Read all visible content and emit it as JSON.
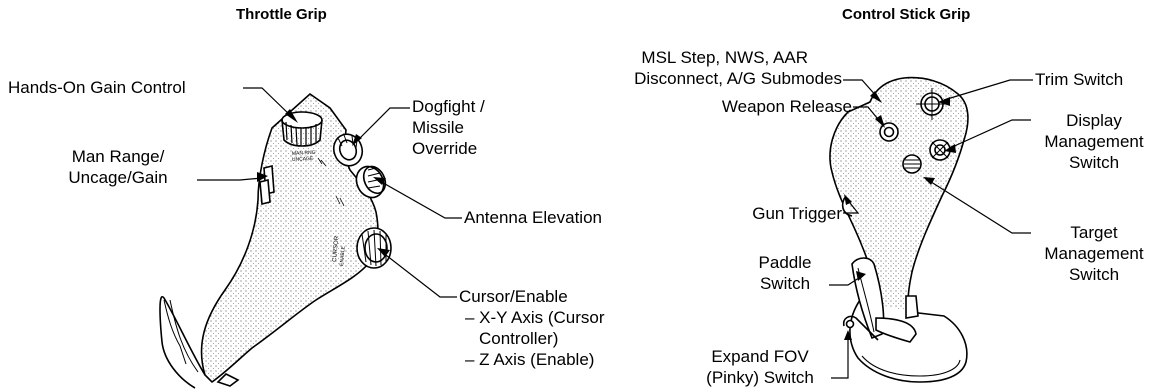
{
  "throttle": {
    "title": "Throttle Grip",
    "labels": {
      "hands_on_gain": "Hands-On Gain Control",
      "man_range_1": "Man Range/",
      "man_range_2": "Uncage/Gain",
      "dogfight_1": "Dogfight /",
      "dogfight_2": "Missile",
      "dogfight_3": "Override",
      "antenna": "Antenna Elevation",
      "cursor_1": "Cursor/Enable",
      "cursor_2": "– X-Y Axis (Cursor",
      "cursor_3": "Controller)",
      "cursor_4": "– Z Axis (Enable)"
    },
    "device_text": {
      "man_rng": "MAN RNG",
      "uncage": "UNCAGE",
      "cursor": "CURSOR",
      "enable": "ENABLE"
    }
  },
  "stick": {
    "title": "Control Stick Grip",
    "labels": {
      "msl_1": "MSL Step, NWS, AAR",
      "msl_2": "Disconnect, A/G Submodes",
      "trim": "Trim Switch",
      "weapon": "Weapon Release",
      "display_1": "Display",
      "display_2": "Management",
      "display_3": "Switch",
      "gun": "Gun Trigger",
      "target_1": "Target",
      "target_2": "Management",
      "target_3": "Switch",
      "paddle_1": "Paddle",
      "paddle_2": "Switch",
      "expand_1": "Expand FOV",
      "expand_2": "(Pinky) Switch"
    }
  }
}
